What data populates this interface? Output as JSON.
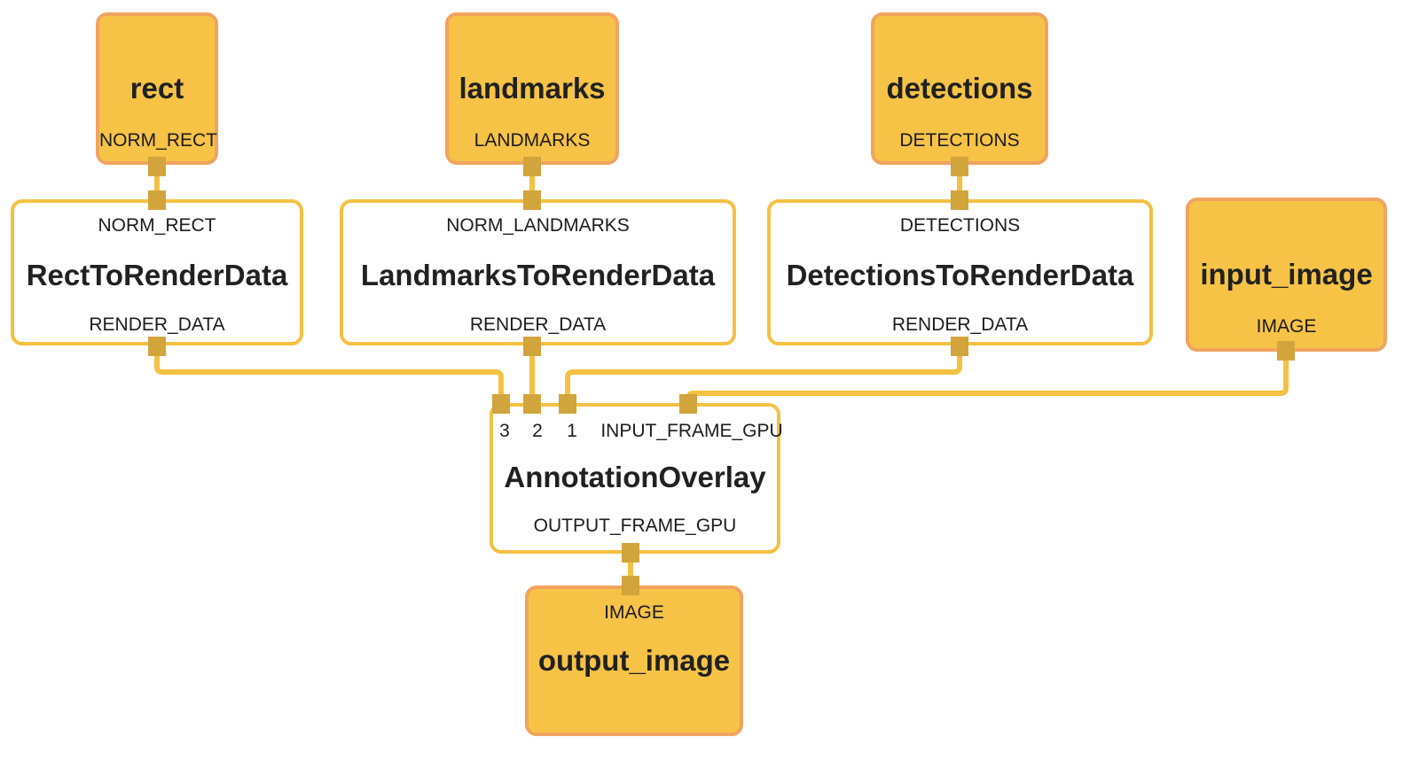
{
  "app": {
    "kind": "calculator-graph-diagram",
    "background": "#ffffff"
  },
  "colors": {
    "stream_node_fill": "#f6c347",
    "stream_node_border": "#f0a45f",
    "calculator_node_fill": "#ffffff",
    "calculator_node_border": "#f4c142",
    "wire": "#f4c142",
    "port": "#d2a43c",
    "text": "#212121"
  },
  "nodes": {
    "rect": {
      "title": "rect",
      "output_label": "NORM_RECT"
    },
    "landmarks": {
      "title": "landmarks",
      "output_label": "LANDMARKS"
    },
    "detections": {
      "title": "detections",
      "output_label": "DETECTIONS"
    },
    "input_image": {
      "title": "input_image",
      "output_label": "IMAGE"
    },
    "rect_to_render_data": {
      "input_label": "NORM_RECT",
      "title": "RectToRenderData",
      "output_label": "RENDER_DATA"
    },
    "landmarks_to_render_data": {
      "input_label": "NORM_LANDMARKS",
      "title": "LandmarksToRenderData",
      "output_label": "RENDER_DATA"
    },
    "detections_to_render_data": {
      "input_label": "DETECTIONS",
      "title": "DetectionsToRenderData",
      "output_label": "RENDER_DATA"
    },
    "annotation_overlay": {
      "title": "AnnotationOverlay",
      "input_ports": [
        "3",
        "2",
        "1",
        "INPUT_FRAME_GPU"
      ],
      "output_label": "OUTPUT_FRAME_GPU"
    },
    "output_image": {
      "input_label": "IMAGE",
      "title": "output_image"
    }
  },
  "edges": [
    {
      "from": "rect.NORM_RECT",
      "to": "RectToRenderData.NORM_RECT"
    },
    {
      "from": "landmarks.LANDMARKS",
      "to": "LandmarksToRenderData.NORM_LANDMARKS"
    },
    {
      "from": "detections.DETECTIONS",
      "to": "DetectionsToRenderData.DETECTIONS"
    },
    {
      "from": "RectToRenderData.RENDER_DATA",
      "to": "AnnotationOverlay.3"
    },
    {
      "from": "LandmarksToRenderData.RENDER_DATA",
      "to": "AnnotationOverlay.2"
    },
    {
      "from": "DetectionsToRenderData.RENDER_DATA",
      "to": "AnnotationOverlay.1"
    },
    {
      "from": "input_image.IMAGE",
      "to": "AnnotationOverlay.INPUT_FRAME_GPU"
    },
    {
      "from": "AnnotationOverlay.OUTPUT_FRAME_GPU",
      "to": "output_image.IMAGE"
    }
  ]
}
